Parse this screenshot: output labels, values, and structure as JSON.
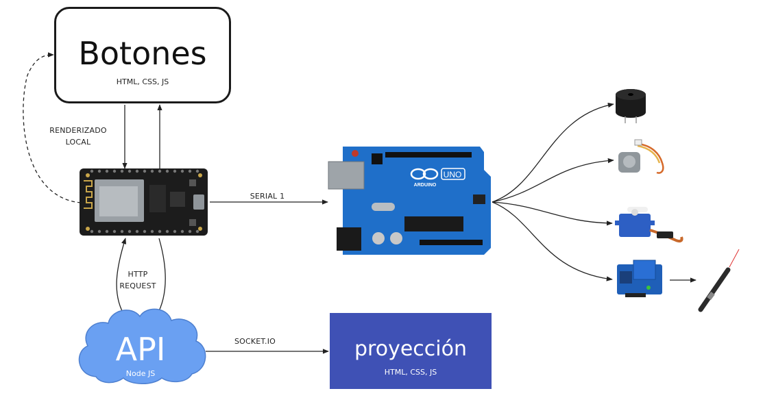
{
  "botones": {
    "title": "Botones",
    "subtitle": "HTML, CSS, JS"
  },
  "api": {
    "title": "API",
    "subtitle": "Node JS"
  },
  "proyeccion": {
    "title": "proyección",
    "subtitle": "HTML, CSS, JS"
  },
  "labels": {
    "renderizado_line1": "RENDERIZADO",
    "renderizado_line2": "LOCAL",
    "http_line1": "HTTP",
    "http_line2": "REQUEST",
    "serial": "SERIAL 1",
    "socket": "SOCKET.IO"
  },
  "arduino": {
    "brand": "ARDUINO",
    "model": "UNO"
  },
  "colors": {
    "proyeccion_bg": "#3f51b5",
    "cloud_fill": "#6aa0f2",
    "arduino_blue": "#1f6fc9",
    "nodemcu_black": "#1c1c1c",
    "servo_blue": "#2d5fc4",
    "relay_blue": "#1f5fb8"
  },
  "icons": [
    "nodemcu-board-icon",
    "arduino-uno-board-icon",
    "buzzer-icon",
    "stepper-motor-icon",
    "servo-motor-icon",
    "relay-module-icon",
    "laser-pointer-icon"
  ]
}
